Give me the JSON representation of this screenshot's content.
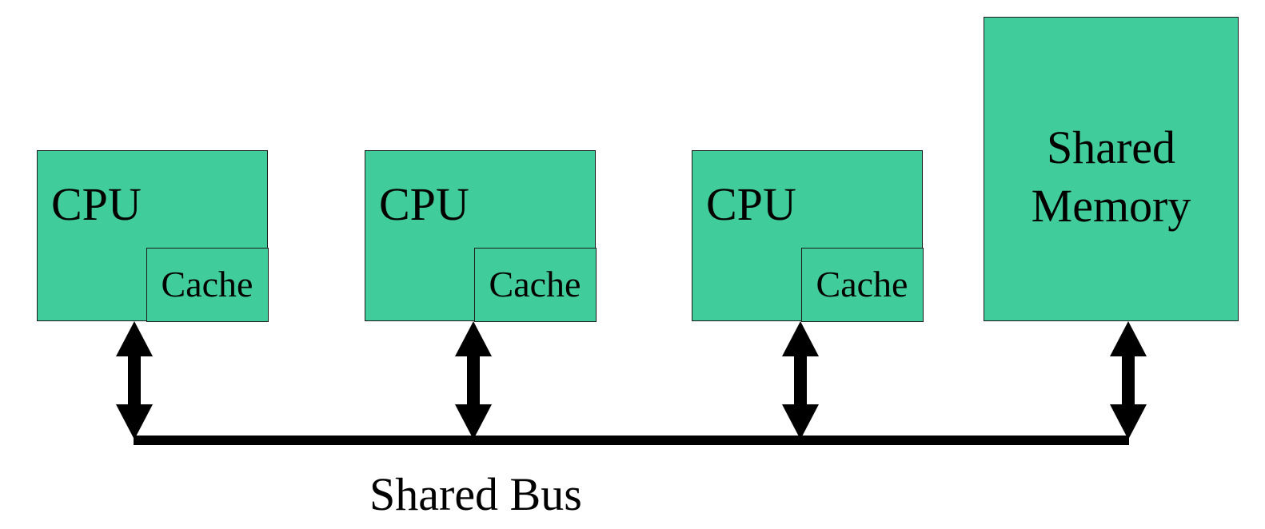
{
  "colors": {
    "box_fill": "#41cc9b",
    "stroke": "#000000"
  },
  "processors": [
    {
      "cpu_label": "CPU",
      "cache_label": "Cache"
    },
    {
      "cpu_label": "CPU",
      "cache_label": "Cache"
    },
    {
      "cpu_label": "CPU",
      "cache_label": "Cache"
    }
  ],
  "memory": {
    "label_line1": "Shared",
    "label_line2": "Memory"
  },
  "bus": {
    "label": "Shared Bus"
  }
}
